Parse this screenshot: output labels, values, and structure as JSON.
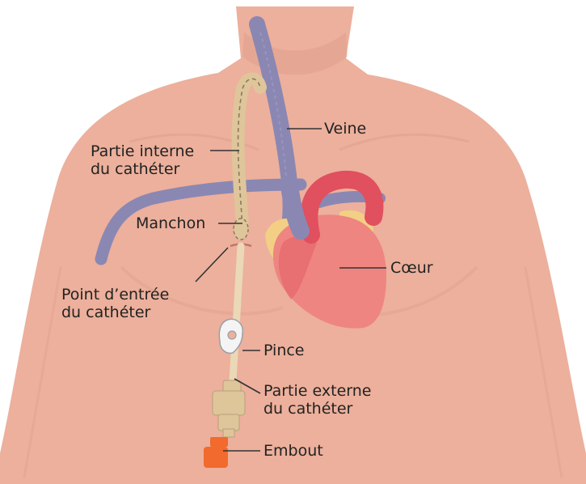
{
  "colors": {
    "skin": "#ecb09c",
    "skin_shadow": "#d99985",
    "vein": "#8b87b3",
    "vein_dark": "#6f6c9c",
    "artery": "#e0505e",
    "heart": "#ee8580",
    "heart_dark": "#e45d66",
    "fat": "#f2cf84",
    "catheter": "#ead8b6",
    "catheter_internal": "#dfc59a",
    "clamp": "#f4f4f4",
    "hub": "#f26a2d",
    "label_text": "#222222",
    "leader_line": "#333333"
  },
  "labels": {
    "vein": "Veine",
    "internal_line1": "Partie interne",
    "internal_line2": "du cathéter",
    "cuff": "Manchon",
    "entry_line1": "Point d’entrée",
    "entry_line2": "du cathéter",
    "heart": "Cœur",
    "clamp": "Pince",
    "external_line1": "Partie externe",
    "external_line2": "du cathéter",
    "hub": "Embout"
  }
}
